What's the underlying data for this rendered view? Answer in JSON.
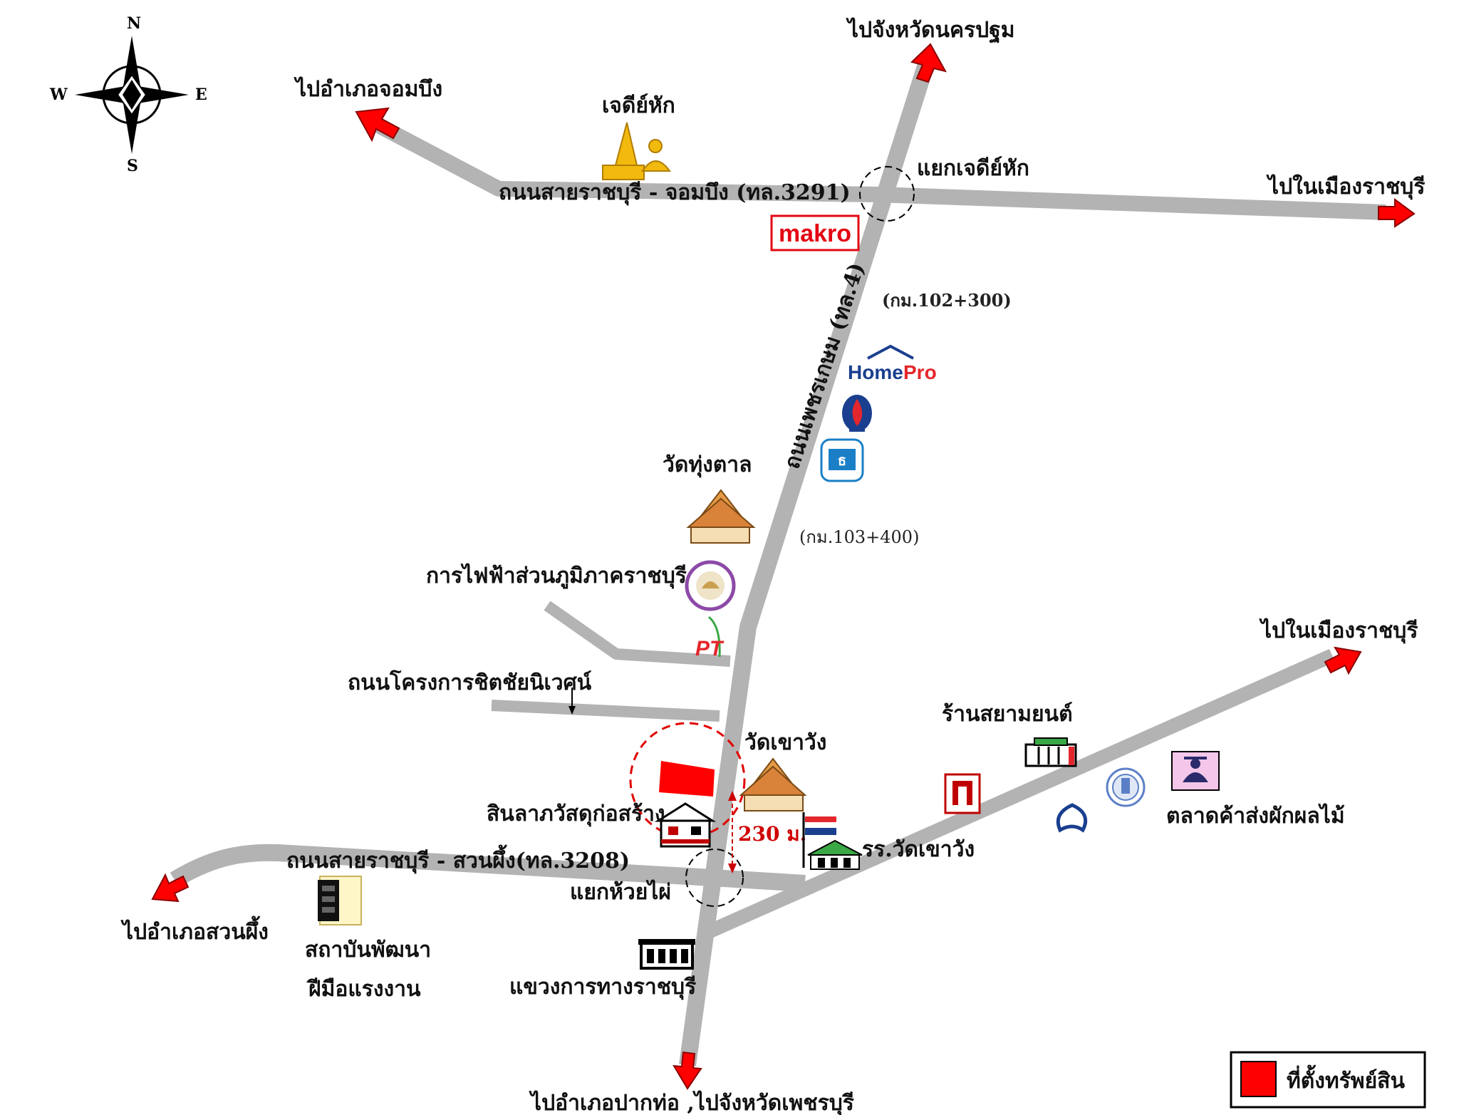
{
  "compass": {
    "north": "N",
    "south": "S",
    "east": "E",
    "west": "W"
  },
  "roads": {
    "rb_chombung": "ถนนสายราชบุรี - จอมบึง (ทล.3291)",
    "phetkasem": "ถนนเพชรเกษม (ทล.4)",
    "rb_suanphueng": "ถนนสายราชบุรี - สวนผึ้ง(ทล.3208)",
    "chitchai": "ถนนโครงการชิตชัยนิเวศน์"
  },
  "directions": {
    "to_chombung": "ไปอำเภอจอมบึง",
    "to_nakhonpathom": "ไปจังหวัดนครปฐม",
    "to_ratchaburi_top": "ไปในเมืองราชบุรี",
    "to_ratchaburi_right": "ไปในเมืองราชบุรี",
    "to_suanphueng": "ไปอำเภอสวนผึ้ง",
    "to_south": "ไปอำเภอปากท่อ ,ไปจังหวัดเพชรบุรี"
  },
  "landmarks": {
    "chedi_hak": "เจดีย์หัก",
    "junction_chedi_hak": "แยกเจดีย์หัก",
    "km_102": "(กม.102+300)",
    "km_103": "(กม.103+400)",
    "wat_thung_tan": "วัดทุ่งตาล",
    "pea": "การไฟฟ้าส่วนภูมิภาคราชบุรี",
    "wat_khao_wang": "วัดเขาวัง",
    "sinla": "สินลาภวัสดุก่อสร้าง",
    "distance": "230 ม.",
    "school": "รร.วัดเขาวัง",
    "junction_huai_phai": "แยกห้วยไผ่",
    "siam_yon": "ร้านสยามยนต์",
    "market": "ตลาดค้าส่งผักผลไม้",
    "skill_institute_1": "สถาบันพัฒนา",
    "skill_institute_2": "ฝีมือแรงงาน",
    "highway_district": "แขวงการทางราชบุรี"
  },
  "brands": {
    "makro": "makro",
    "homepro_home": "Home",
    "homepro_pro": "Pro",
    "pt": "PT"
  },
  "legend": {
    "label": "ที่ตั้งทรัพย์สิน"
  },
  "colors": {
    "road": "#b3b3b3",
    "arrow": "#ff0000",
    "property": "#ff0000",
    "makro": "#e30613",
    "homepro_blue": "#1a3f8f",
    "homepro_red": "#e4272c"
  }
}
